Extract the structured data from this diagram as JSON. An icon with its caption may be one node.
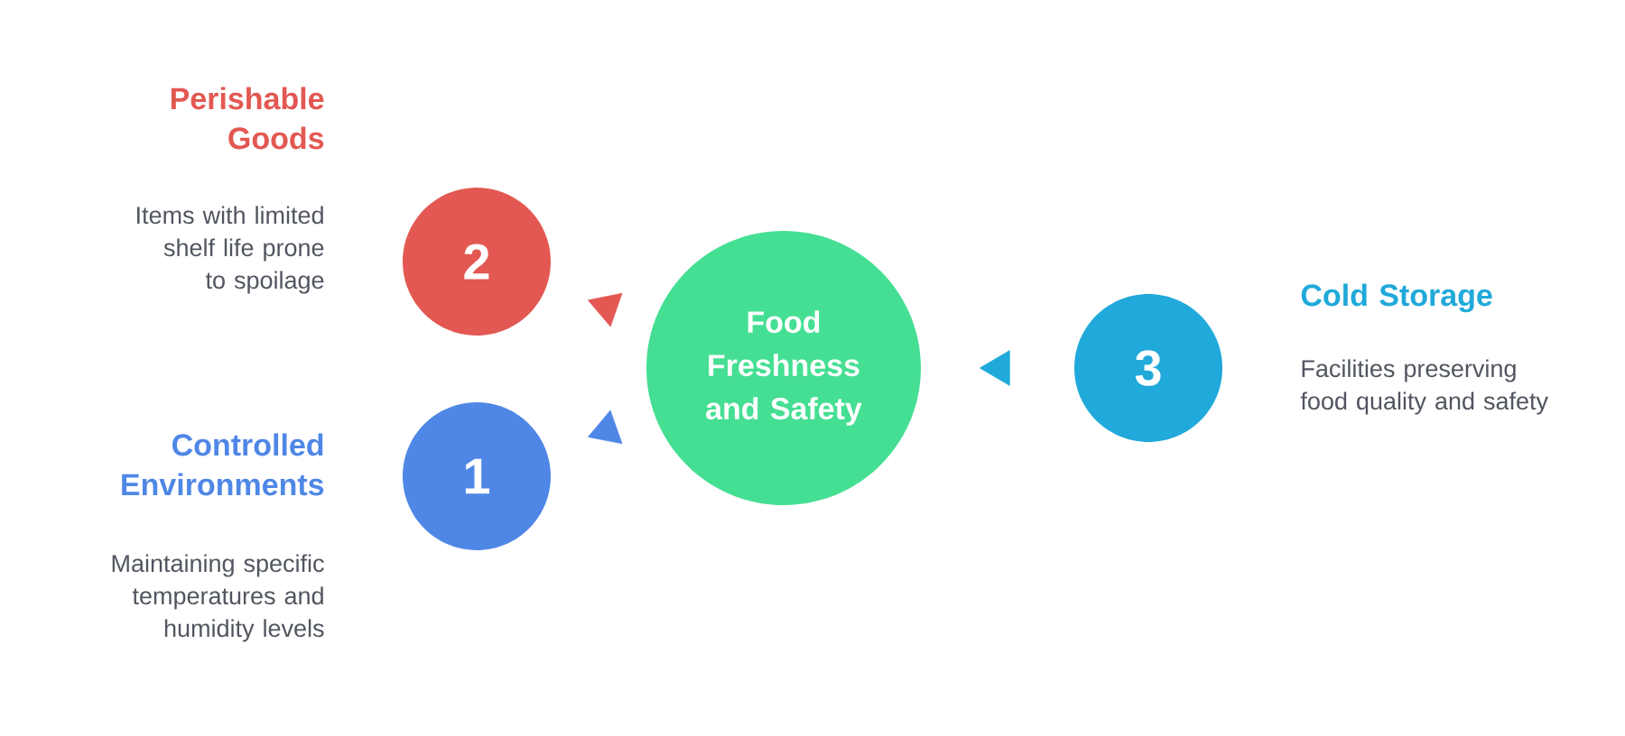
{
  "diagram": {
    "nodes": [
      {
        "text": [
          "2"
        ],
        "beside": [
          "Perishable Goods",
          "Items with limited shelf life prone to spoilage"
        ]
      },
      {
        "text": [
          "Food Freshness and Safety"
        ]
      },
      {
        "text": [
          "3"
        ],
        "beside": [
          "Cold Storage",
          "Facilities preserving food quality and safety"
        ]
      },
      {
        "text": [
          "1"
        ],
        "beside": [
          "Controlled Environments",
          "Maintaining specific temperatures and humidity levels"
        ]
      }
    ],
    "edges": [
      {
        "from": 1,
        "to": 0,
        "arrow": "to",
        "color": "#e35852"
      },
      {
        "from": 1,
        "to": 3,
        "arrow": "to",
        "color": "#4f87e6"
      },
      {
        "from": 2,
        "to": 1,
        "arrow": "to",
        "color": "#20a9da"
      }
    ]
  }
}
